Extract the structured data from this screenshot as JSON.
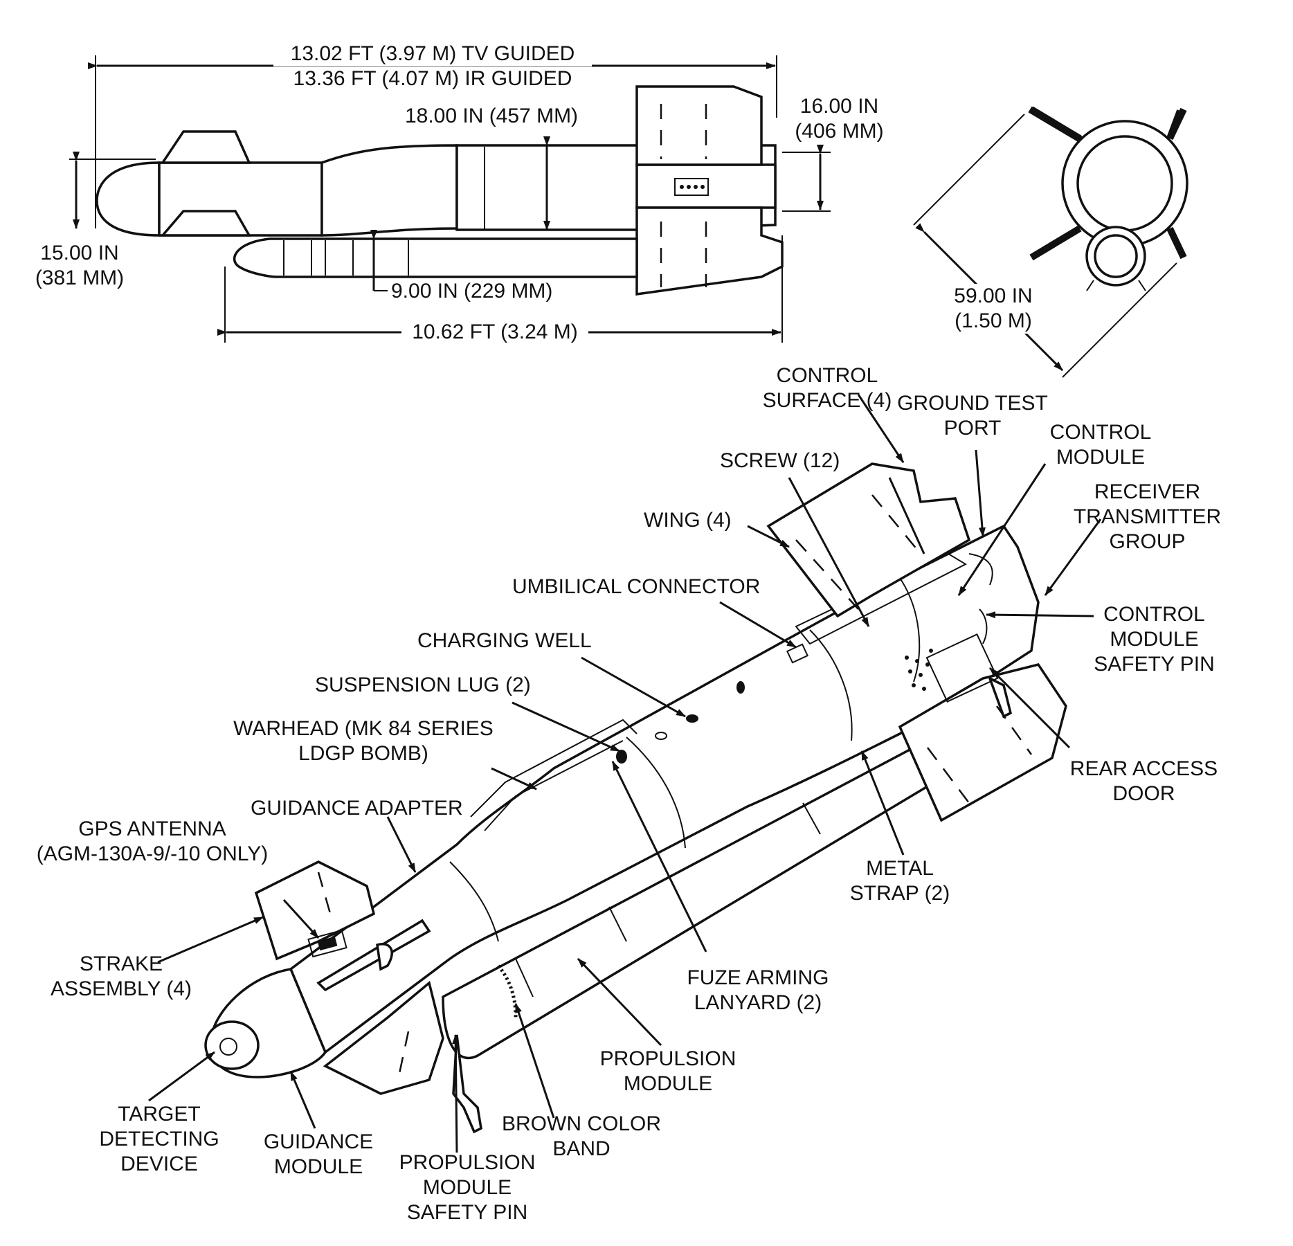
{
  "colors": {
    "ink": "#111111",
    "paper": "#ffffff"
  },
  "dimensions": {
    "overall_length_tv": "13.02 FT (3.97 M) TV GUIDED",
    "overall_length_ir": "13.36 FT (4.07 M) IR GUIDED",
    "body_diameter": "18.00 IN (457 MM)",
    "tail_height_line1": "16.00 IN",
    "tail_height_line2": "(406 MM)",
    "nose_height_line1": "15.00 IN",
    "nose_height_line2": "(381 MM)",
    "propulsion_diameter": "9.00 IN (229 MM)",
    "propulsion_length": "10.62 FT (3.24 M)",
    "span_line1": "59.00 IN",
    "span_line2": "(1.50 M)"
  },
  "callouts": {
    "control_surface": [
      "CONTROL",
      "SURFACE (4)"
    ],
    "ground_test_port": [
      "GROUND TEST",
      "PORT"
    ],
    "control_module": [
      "CONTROL",
      "MODULE"
    ],
    "receiver_transmitter": [
      "RECEIVER",
      "TRANSMITTER",
      "GROUP"
    ],
    "screw": "SCREW (12)",
    "wing": "WING (4)",
    "umbilical_connector": "UMBILICAL CONNECTOR",
    "control_module_safety_pin": [
      "CONTROL",
      "MODULE",
      "SAFETY PIN"
    ],
    "charging_well": "CHARGING WELL",
    "suspension_lug": "SUSPENSION LUG (2)",
    "warhead": [
      "WARHEAD (MK 84 SERIES",
      "LDGP BOMB)"
    ],
    "rear_access_door": [
      "REAR ACCESS",
      "DOOR"
    ],
    "guidance_adapter": "GUIDANCE ADAPTER",
    "gps_antenna": [
      "GPS ANTENNA",
      "(AGM-130A-9/-10 ONLY)"
    ],
    "metal_strap": [
      "METAL",
      "STRAP (2)"
    ],
    "strake_assembly": [
      "STRAKE",
      "ASSEMBLY (4)"
    ],
    "fuze_arming_lanyard": [
      "FUZE ARMING",
      "LANYARD (2)"
    ],
    "propulsion_module": [
      "PROPULSION",
      "MODULE"
    ],
    "target_detecting_device": [
      "TARGET",
      "DETECTING",
      "DEVICE"
    ],
    "guidance_module": [
      "GUIDANCE",
      "MODULE"
    ],
    "brown_color_band": [
      "BROWN COLOR",
      "BAND"
    ],
    "propulsion_module_safety_pin": [
      "PROPULSION",
      "MODULE",
      "SAFETY PIN"
    ]
  }
}
